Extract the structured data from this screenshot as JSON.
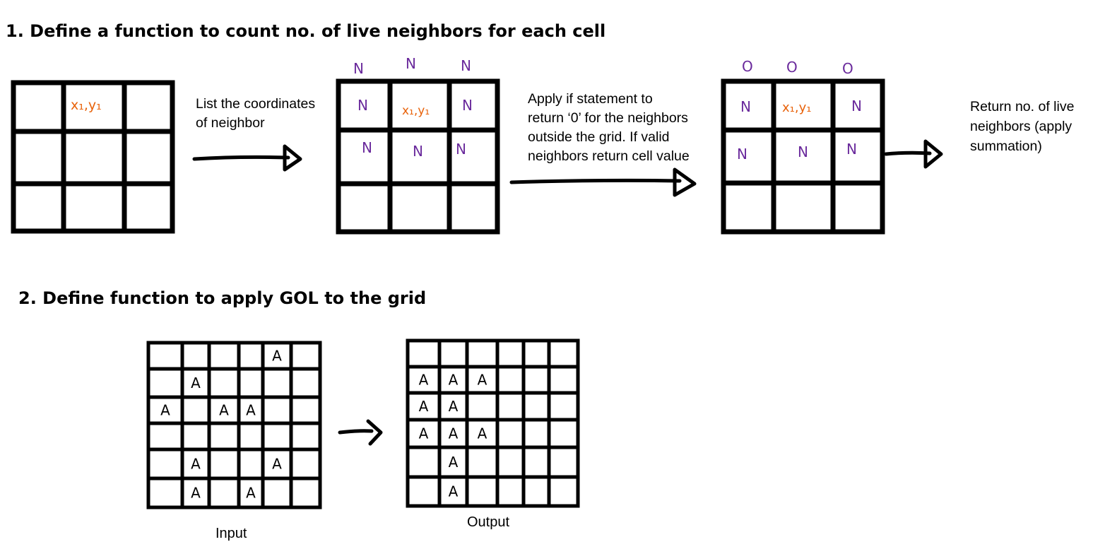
{
  "section1": {
    "heading": "1. Define a function to count no. of live neighbors for each cell",
    "step1_text": [
      "List the coordinates",
      "of neighbor"
    ],
    "step2_text": [
      "Apply if statement to",
      "return ‘0’ for the neighbors",
      "outside the grid. If valid",
      "neighbors return cell value"
    ],
    "step3_text": [
      "Return no. of live",
      "neighbors (apply",
      "summation)"
    ],
    "center_cell_label": "x₁,y₁",
    "neighbor_label": "N",
    "outside_label": "O",
    "colors": {
      "cell_label": "#e8620a",
      "neighbor": "#6a2a9c"
    }
  },
  "section2": {
    "heading": "2. Define function to apply GOL to the grid",
    "alive_label": "A",
    "input_caption": "Input",
    "output_caption": "Output",
    "input_grid": [
      [
        0,
        0,
        0,
        0,
        1,
        0
      ],
      [
        0,
        1,
        0,
        0,
        0,
        0
      ],
      [
        1,
        0,
        1,
        1,
        0,
        0
      ],
      [
        0,
        0,
        0,
        0,
        0,
        0
      ],
      [
        0,
        1,
        0,
        0,
        1,
        0
      ],
      [
        0,
        1,
        0,
        1,
        0,
        0
      ]
    ],
    "output_grid": [
      [
        0,
        0,
        0,
        0,
        0,
        0
      ],
      [
        1,
        1,
        1,
        0,
        0,
        0
      ],
      [
        1,
        1,
        0,
        0,
        0,
        0
      ],
      [
        1,
        1,
        1,
        0,
        0,
        0
      ],
      [
        0,
        1,
        0,
        0,
        0,
        0
      ],
      [
        0,
        1,
        0,
        0,
        0,
        0
      ]
    ]
  }
}
